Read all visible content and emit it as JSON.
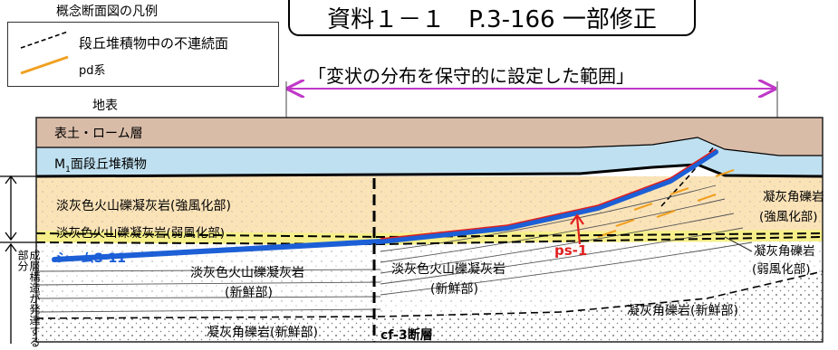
{
  "title": "資料１－１　P.3-166 一部修正",
  "legend": {
    "title": "概念断面図の凡例",
    "items": [
      {
        "label": "段丘堆積物中の不連続面",
        "style": "dashed",
        "color": "#000000"
      },
      {
        "label": "pd系",
        "style": "solid",
        "color": "#f0a020"
      }
    ]
  },
  "subtitle": "「変状の分布を保守的に設定した範囲」",
  "surface_label": "地表",
  "layers": {
    "topsoil": "表土・ローム層",
    "terrace": "M",
    "terrace_sub": "1",
    "terrace_rest": "面段丘堆積物",
    "tuff_strong": "淡灰色火山礫凝灰岩(強風化部)",
    "tuff_weak": "淡灰色火山礫凝灰岩(弱風化部)",
    "tuff_fresh_left_1": "淡灰色火山礫凝灰岩",
    "tuff_fresh_left_2": "(新鮮部)",
    "tuff_fresh_right_1": "淡灰色火山礫凝灰岩",
    "tuff_fresh_right_2": "(新鮮部)",
    "breccia_fresh_left": "凝灰角礫岩(新鮮部)",
    "breccia_fresh_right": "凝灰角礫岩(新鮮部)",
    "breccia_strong_1": "凝灰角礫岩",
    "breccia_strong_2": "(強風化部)",
    "breccia_weak_1": "凝灰角礫岩",
    "breccia_weak_2": "(弱風化部)"
  },
  "seam_label": "シームS-11",
  "ps_label": "ps-1",
  "fault_label": "cf-3断層",
  "side_label": "成層構造が発達する部分",
  "colors": {
    "topsoil": "#d9bca8",
    "terrace": "#bfe0f0",
    "tuff_weathered": "#fbe3b8",
    "weak_zone": "#f7f08a",
    "fresh": "#ffffff",
    "seam": "#1c5fd6",
    "arrow": "#c038c8",
    "ps": "#e02020",
    "pd": "#f0a020"
  }
}
